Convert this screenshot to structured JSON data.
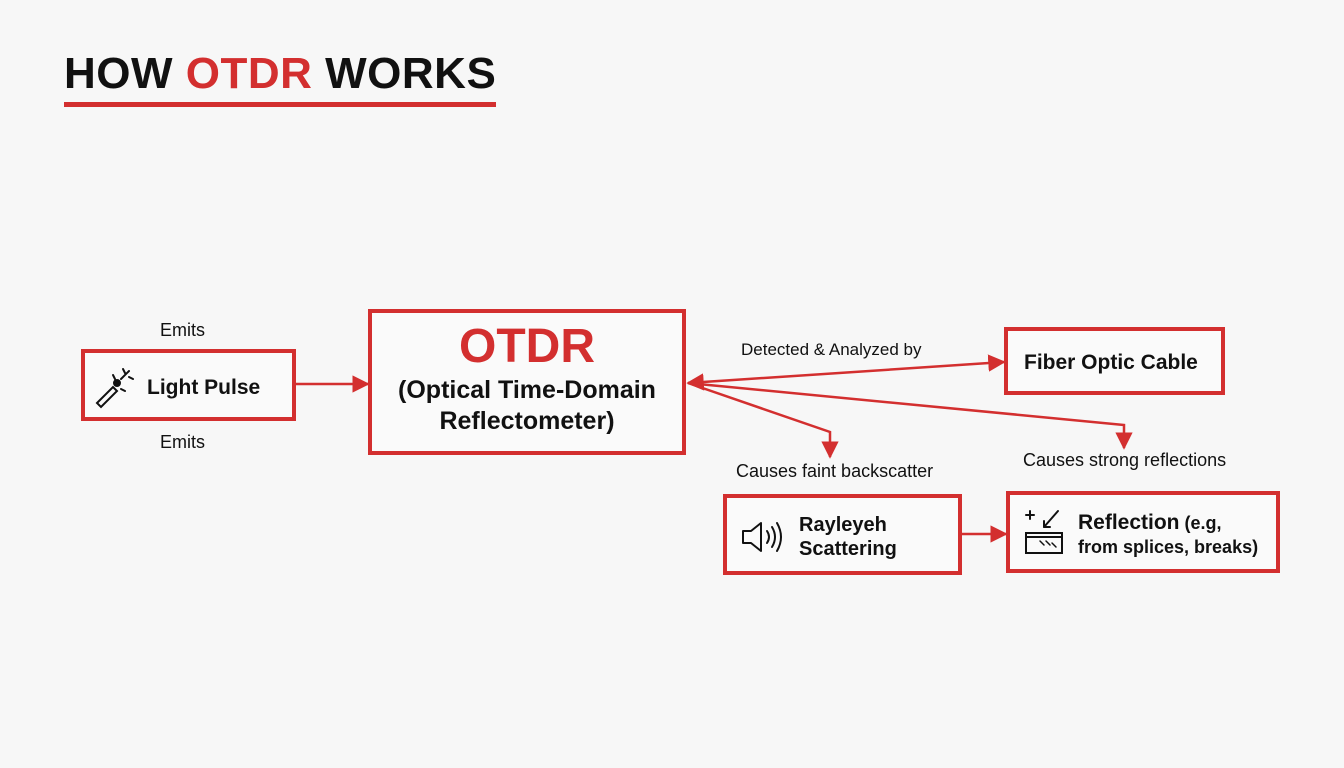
{
  "title": {
    "part1": "HOW",
    "accent": "OTDR",
    "part2": "WORKS"
  },
  "nodes": {
    "light_pulse": {
      "label": "Light Pulse",
      "icon": "laser-icon"
    },
    "otdr": {
      "title": "OTDR",
      "line1": "(Optical Time-Domain",
      "line2": "Reflectometer)"
    },
    "fiber": {
      "label": "Fiber Optic Cable"
    },
    "rayleigh": {
      "line1": "Rayleyeh",
      "line2": "Scattering",
      "icon": "speaker-icon"
    },
    "reflection": {
      "label_bold": "Reflection",
      "label_rest": "(e.g,",
      "line2": "from splices, breaks)",
      "icon": "reflection-icon"
    }
  },
  "edges": {
    "emits_top": "Emits",
    "emits_bottom": "Emits",
    "detected": "Detected & Analyzed by",
    "backscatter": "Causes faint backscatter",
    "reflections": "Causes strong reflections"
  },
  "colors": {
    "accent": "#d32f2f",
    "text": "#111111",
    "background": "#f7f7f7"
  }
}
